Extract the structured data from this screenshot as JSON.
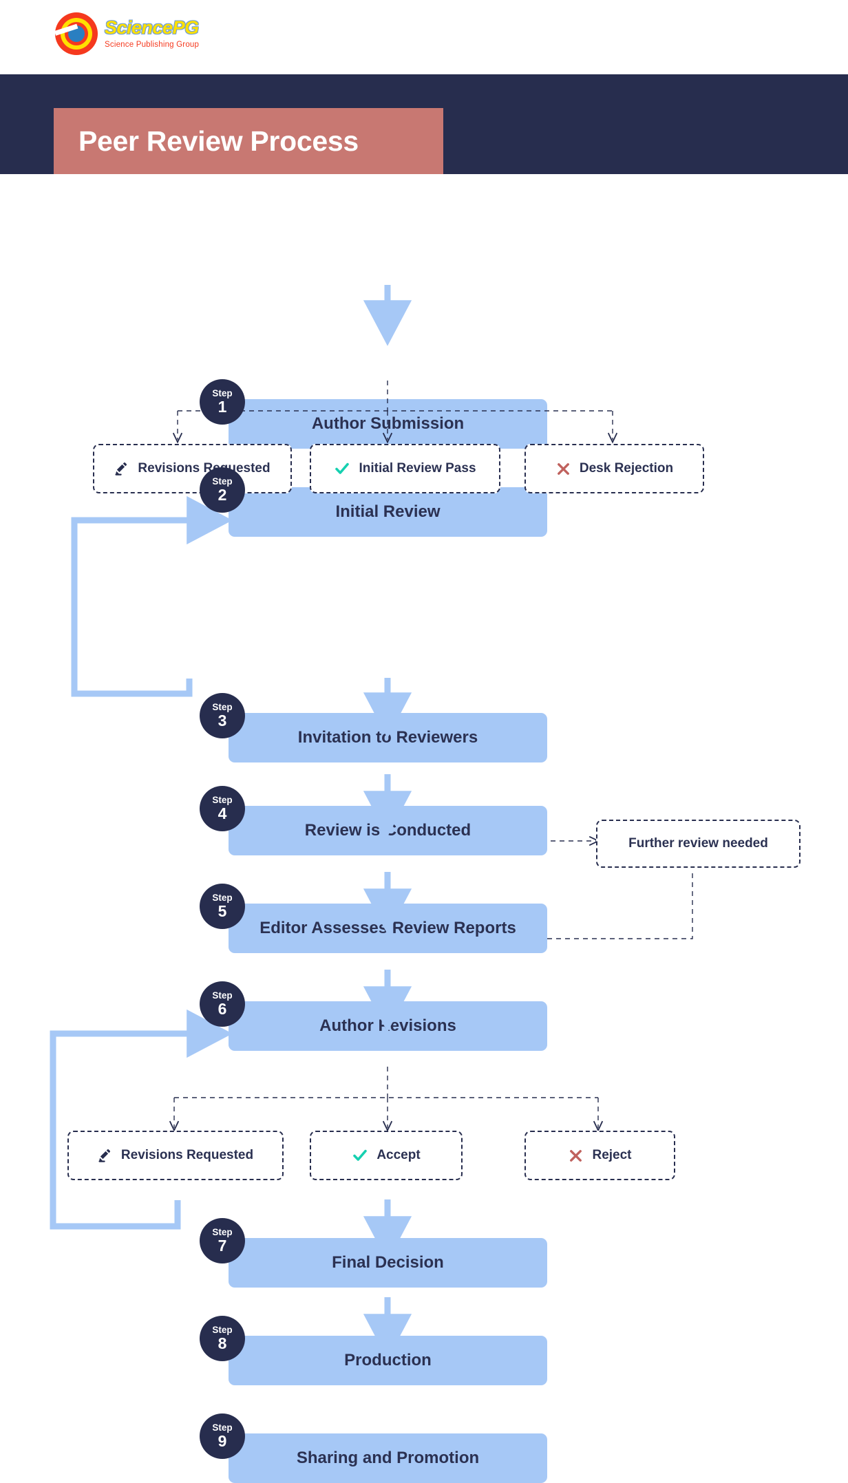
{
  "brand": {
    "logo_title": "SciencePG",
    "logo_subtitle": "Science Publishing Group",
    "logo_icon": "sciencepg-circle-logo"
  },
  "header": {
    "title": "Peer Review Process",
    "band_color": "#272d4e",
    "chip_color": "#c87872"
  },
  "colors": {
    "step_box": "#a6c8f6",
    "step_badge": "#272d4e",
    "text_dark": "#2b3152",
    "accept_green": "#16d0b0",
    "reject_red": "#c0625e",
    "connector_blue": "#a6c8f6",
    "dashed_navy": "#272d4e"
  },
  "flow": {
    "step_word": "Step",
    "steps": [
      {
        "number": "1",
        "label": "Author Submission"
      },
      {
        "number": "2",
        "label": "Initial Review"
      },
      {
        "number": "3",
        "label": "Invitation to Reviewers"
      },
      {
        "number": "4",
        "label": "Review is Conducted"
      },
      {
        "number": "5",
        "label": "Editor Assesses Review Reports"
      },
      {
        "number": "6",
        "label": "Author Revisions"
      },
      {
        "number": "7",
        "label": "Final Decision"
      },
      {
        "number": "8",
        "label": "Production"
      },
      {
        "number": "9",
        "label": "Sharing and Promotion"
      }
    ],
    "branch_one": [
      {
        "label": "Revisions Requested",
        "icon": "pencil-icon"
      },
      {
        "label": "Initial Review Pass",
        "icon": "check-icon"
      },
      {
        "label": "Desk Rejection",
        "icon": "cross-icon"
      }
    ],
    "branch_two": [
      {
        "label": "Revisions Requested",
        "icon": "pencil-icon"
      },
      {
        "label": "Accept",
        "icon": "check-icon"
      },
      {
        "label": "Reject",
        "icon": "cross-icon"
      }
    ],
    "note": {
      "label": "Further review needed"
    }
  }
}
